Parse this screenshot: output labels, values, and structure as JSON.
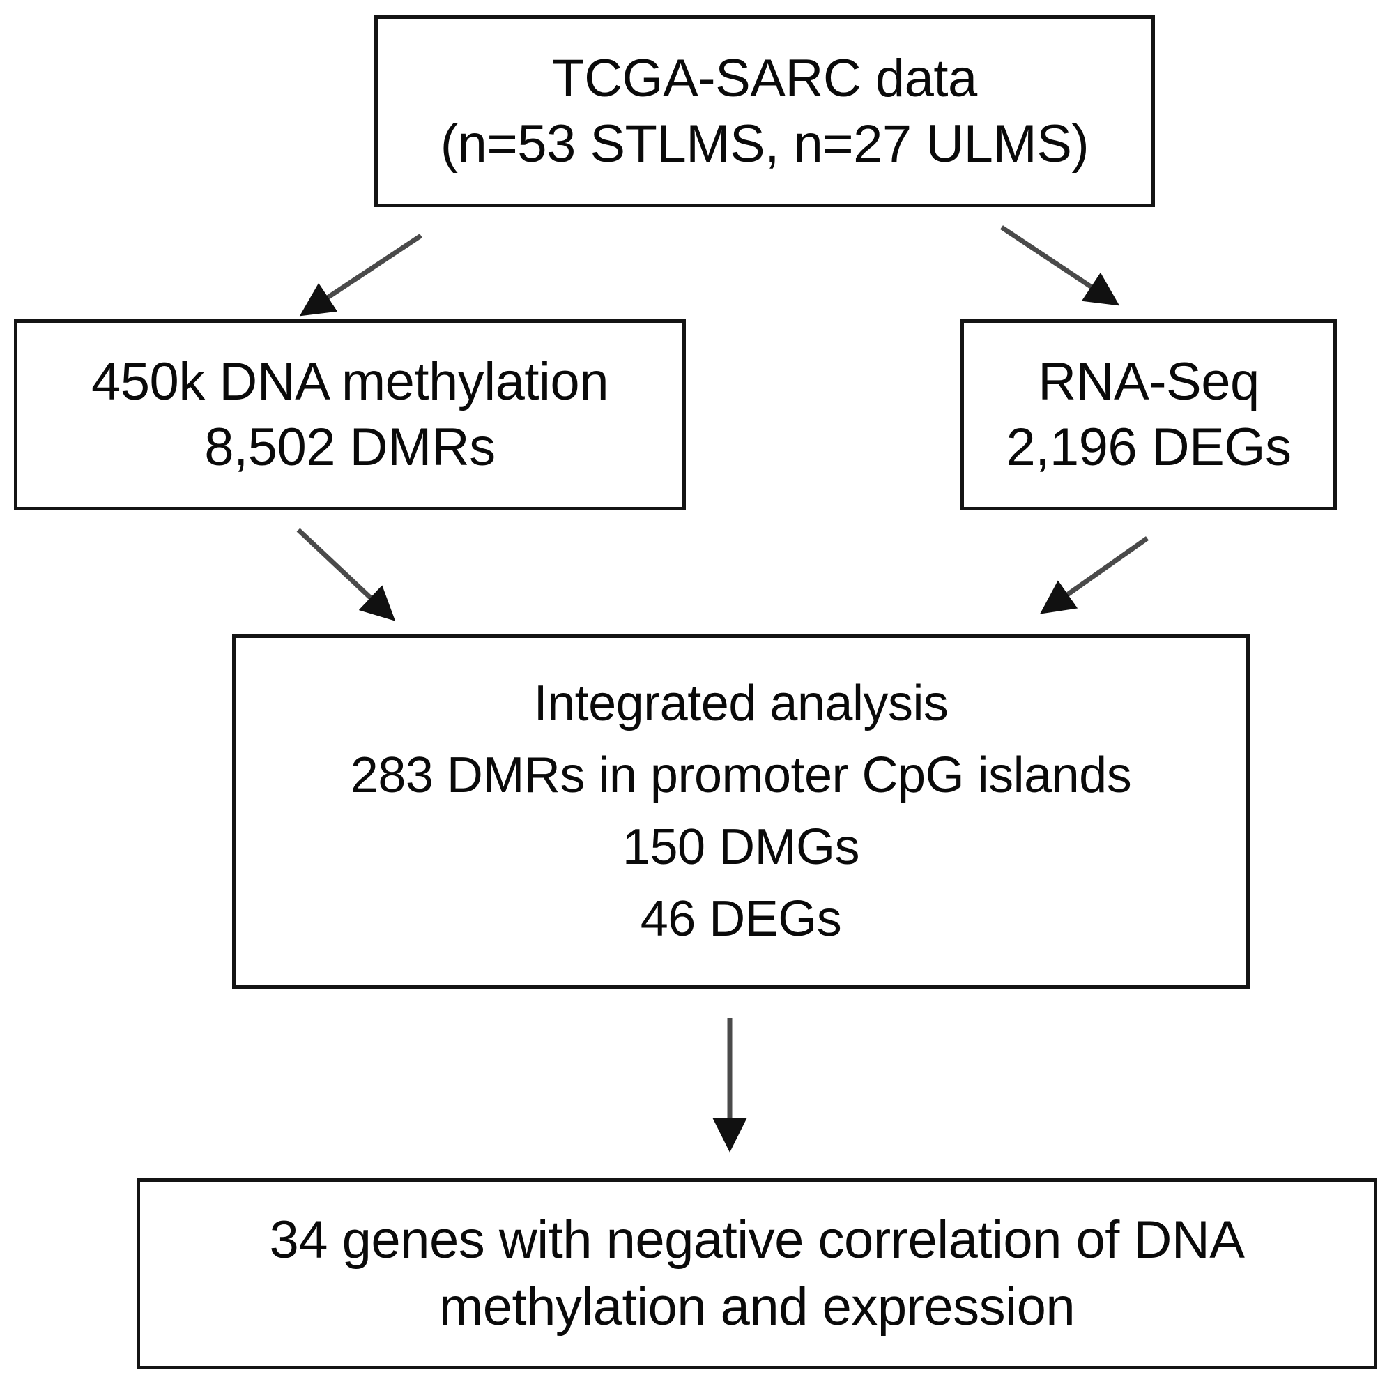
{
  "diagram": {
    "title": "TCGA-SARC integrated methylation and expression analysis workflow",
    "orientation": "top-down",
    "stroke_color": "#141414",
    "fill_color": "#ffffff",
    "text_color": "#0a0a0a"
  },
  "nodes": {
    "source": {
      "id": "source",
      "lines": [
        "TCGA-SARC data",
        "(n=53 STLMS, n=27 ULMS)"
      ]
    },
    "methylation": {
      "id": "methylation",
      "lines": [
        "450k DNA methylation",
        "8,502 DMRs"
      ]
    },
    "rnaseq": {
      "id": "rnaseq",
      "lines": [
        "RNA-Seq",
        "2,196 DEGs"
      ]
    },
    "integrated": {
      "id": "integrated",
      "lines": [
        "Integrated analysis",
        "283 DMRs in promoter CpG islands",
        "150 DMGs",
        "46 DEGs"
      ]
    },
    "result": {
      "id": "result",
      "lines": [
        "34 genes with negative correlation of DNA",
        "methylation and expression"
      ]
    }
  },
  "edges": [
    {
      "id": "source-to-methylation",
      "from": "source",
      "to": "methylation",
      "style": "diagonal-arrow"
    },
    {
      "id": "source-to-rnaseq",
      "from": "source",
      "to": "rnaseq",
      "style": "diagonal-arrow"
    },
    {
      "id": "methylation-to-integrated",
      "from": "methylation",
      "to": "integrated",
      "style": "diagonal-arrow"
    },
    {
      "id": "rnaseq-to-integrated",
      "from": "rnaseq",
      "to": "integrated",
      "style": "diagonal-arrow"
    },
    {
      "id": "integrated-to-result",
      "from": "integrated",
      "to": "result",
      "style": "vertical-arrow"
    }
  ]
}
